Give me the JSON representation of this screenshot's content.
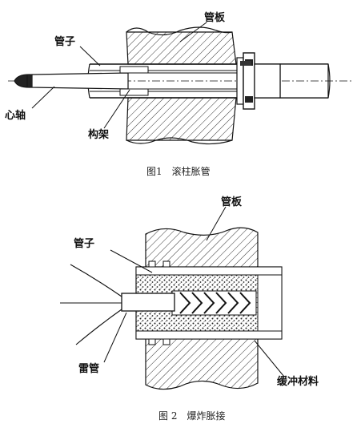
{
  "figure1": {
    "caption": "图1　滚柱胀管",
    "labels": {
      "tube_plate": "管板",
      "tube": "管子",
      "mandrel": "心轴",
      "frame": "构架"
    }
  },
  "figure2": {
    "caption": "图 2　爆炸胀接",
    "labels": {
      "tube_plate": "管板",
      "tube": "管子",
      "detonator": "雷管",
      "buffer_material": "缓冲材料"
    }
  }
}
